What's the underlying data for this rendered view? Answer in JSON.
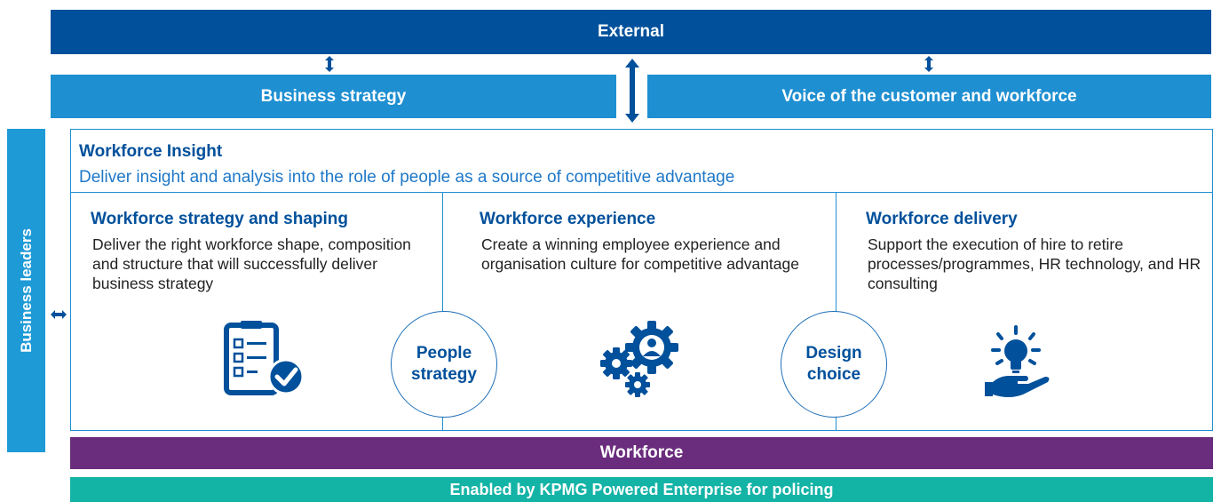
{
  "external_label": "External",
  "business_strategy_label": "Business strategy",
  "voice_label": "Voice of the customer and workforce",
  "business_leaders_label": "Business leaders",
  "insight": {
    "title": "Workforce Insight",
    "subtitle": "Deliver insight and analysis into the role of people as a source of competitive advantage"
  },
  "columns": [
    {
      "title": "Workforce strategy and shaping",
      "description": "Deliver the right workforce shape, composition and structure that will successfully deliver business strategy",
      "icon": "checklist-icon"
    },
    {
      "title": "Workforce experience",
      "description": "Create a winning employee experience and organisation culture for competitive advantage",
      "icon": "gears-person-icon"
    },
    {
      "title": "Workforce delivery",
      "description": "Support the execution of hire to retire processes/programmes, HR technology, and HR consulting",
      "icon": "hand-lightbulb-icon"
    }
  ],
  "circles": [
    {
      "label": "People strategy"
    },
    {
      "label": "Design choice"
    }
  ],
  "workforce_label": "Workforce",
  "enabled_label": "Enabled by KPMG Powered Enterprise for policing",
  "colors": {
    "dark_blue": "#00509b",
    "mid_blue": "#1e8fd1",
    "light_blue": "#1e9ad6",
    "purple": "#6a2c7d",
    "teal": "#13b3a6"
  }
}
